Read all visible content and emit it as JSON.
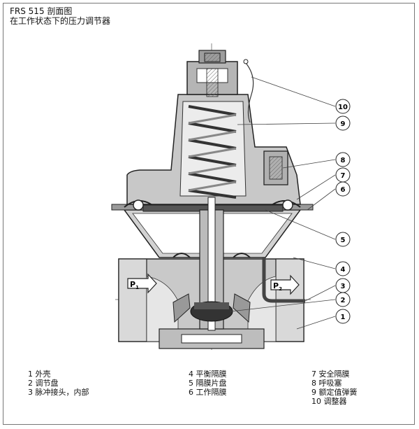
{
  "title": {
    "line1": "FRS 515 剖面图",
    "line2": "在工作状态下的压力调节器"
  },
  "callouts": [
    "10",
    "9",
    "8",
    "7",
    "6",
    "5",
    "4",
    "3",
    "2",
    "1"
  ],
  "flow_labels": {
    "p1": "P",
    "p1_sub": "1",
    "p2": "P",
    "p2_sub": "2"
  },
  "legend": {
    "col1": [
      "1 外壳",
      "2 调节盘",
      "3 脉冲接头，内部"
    ],
    "col2": [
      "4 平衡隔膜",
      "5 隔膜片盘",
      "6 工作隔膜"
    ],
    "col3": [
      "7 安全隔膜",
      "8 呼吸塞",
      "9 额定值弹簧",
      "10 调整器"
    ]
  }
}
